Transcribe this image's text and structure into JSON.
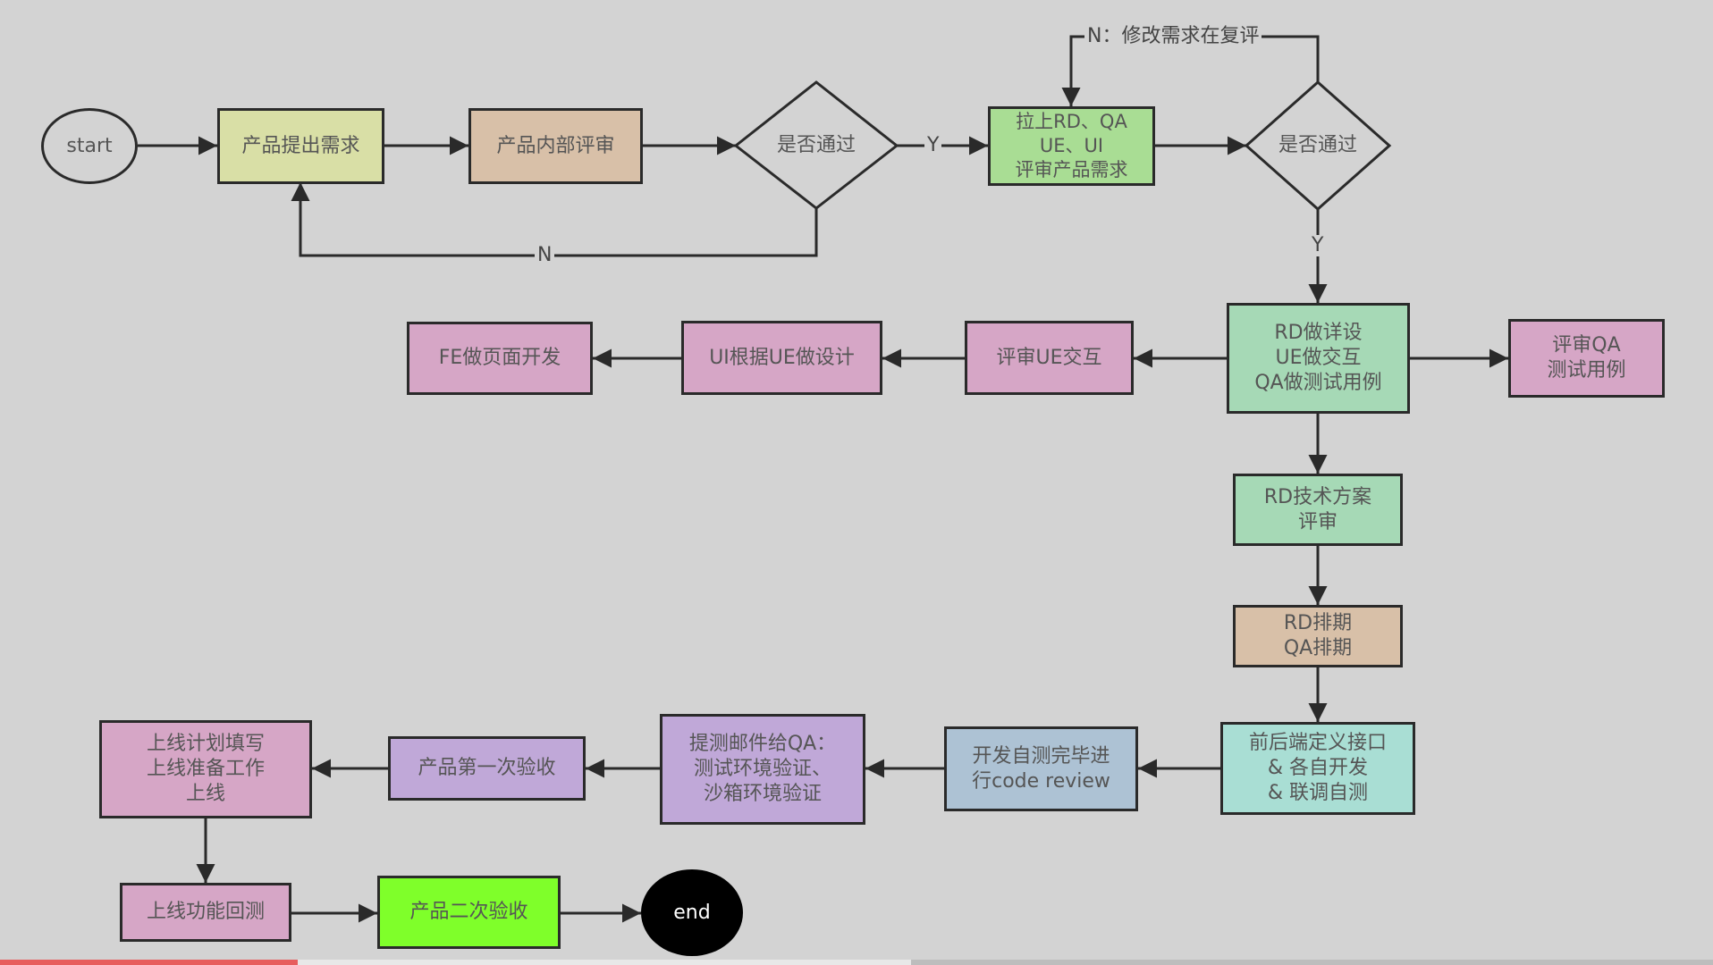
{
  "nodes": {
    "start": "start",
    "product_requirement": "产品提出需求",
    "internal_review": "产品内部评审",
    "decision1": "是否通过",
    "team_review": "拉上RD、QA\nUE、UI\n评审产品需求",
    "decision2": "是否通过",
    "design_tasks": "RD做详设\nUE做交互\nQA做测试用例",
    "review_qa_cases": "评审QA\n测试用例",
    "review_ue": "评审UE交互",
    "ui_design": "UI根据UE做设计",
    "fe_dev": "FE做页面开发",
    "rd_tech_review": "RD技术方案\n评审",
    "scheduling": "RD排期\nQA排期",
    "interface_dev": "前后端定义接口\n& 各自开发\n& 联调自测",
    "code_review": "开发自测完毕进\n行code review",
    "test_mail": "提测邮件给QA：\n测试环境验证、\n沙箱环境验证",
    "first_acceptance": "产品第一次验收",
    "launch_plan": "上线计划填写\n上线准备工作\n上线",
    "regression": "上线功能回测",
    "second_acceptance": "产品二次验收",
    "end": "end"
  },
  "labels": {
    "yes1": "Y",
    "no1": "N",
    "no2": "N：修改需求在复评",
    "yes2": "Y"
  },
  "colors": {
    "background": "#d3d3d3",
    "stroke": "#2a2a2a",
    "yellow_green": "#d9dfa6",
    "tan": "#d8c0a8",
    "light_green": "#a9dd94",
    "mint": "#a6d9b6",
    "pink": "#d6a6c6",
    "lavender": "#c0a8d8",
    "blue_gray": "#adc2d4",
    "teal": "#a9ded4",
    "bright_green": "#7fff2a",
    "black": "#000000"
  },
  "video_progress": {
    "played_fraction": 0.174,
    "buffered_fraction": 0.532
  }
}
